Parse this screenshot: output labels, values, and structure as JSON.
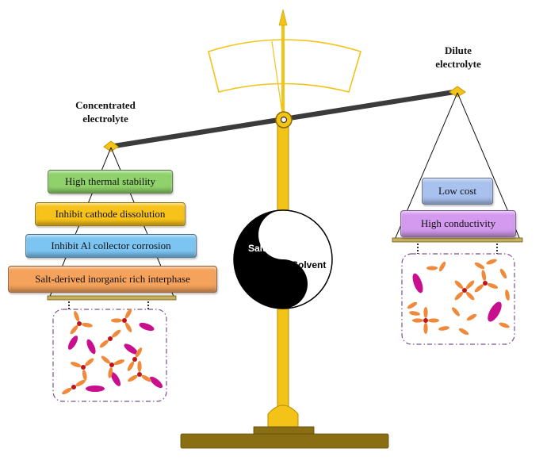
{
  "labels": {
    "concentrated": "Concentrated electrolyte",
    "dilute": "Dilute electrolyte",
    "salt": "Salt",
    "solvent": "Solvent"
  },
  "left_boxes": [
    {
      "text": "High thermal stability",
      "color": "#8fd16a"
    },
    {
      "text": "Inhibit cathode dissolution",
      "color": "#f7c21a"
    },
    {
      "text": "Inhibit Al collector corrosion",
      "color": "#7cc4f2"
    },
    {
      "text": "Salt-derived inorganic rich interphase",
      "color": "#f5a25c"
    }
  ],
  "right_boxes": [
    {
      "text": "Low cost",
      "color": "#a9c1ef"
    },
    {
      "text": "High conductivity",
      "color": "#d49af0"
    }
  ],
  "colors": {
    "gold": "#f3c317",
    "beam": "#333333",
    "base": "#7a6316",
    "dial": "#f3c317",
    "magenta": "#c8108f",
    "orange": "#ef8a3a",
    "red": "#c0141c",
    "dash_border": "#7a4f8e"
  }
}
